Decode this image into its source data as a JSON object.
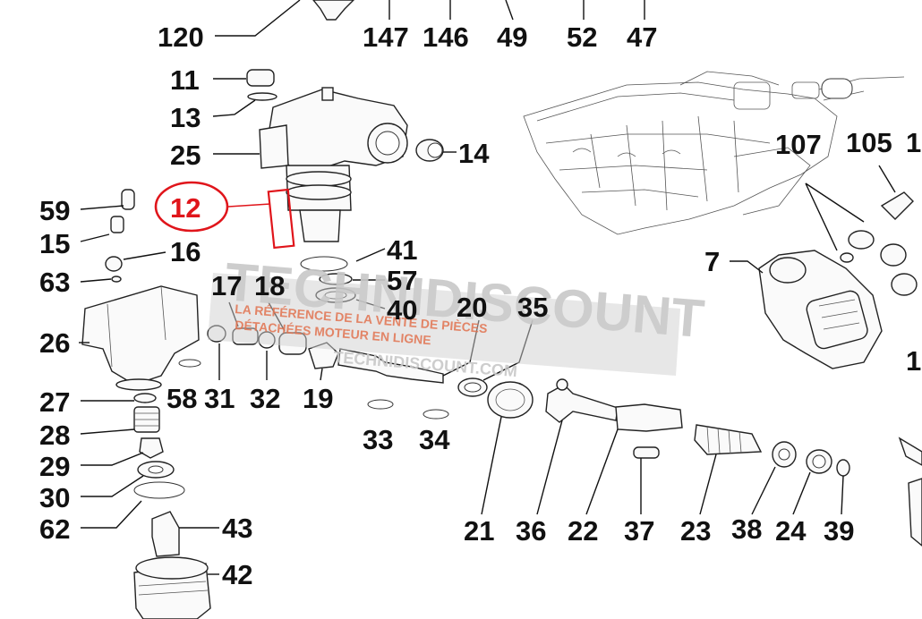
{
  "callouts": {
    "n120": "120",
    "n147": "147",
    "n146": "146",
    "n49": "49",
    "n52": "52",
    "n47": "47",
    "n11": "11",
    "n13": "13",
    "n25": "25",
    "n14": "14",
    "n12": "12",
    "n59": "59",
    "n15": "15",
    "n16": "16",
    "n63": "63",
    "n41": "41",
    "n57": "57",
    "n40": "40",
    "n17": "17",
    "n18": "18",
    "n20": "20",
    "n35": "35",
    "n26": "26",
    "n58": "58",
    "n31": "31",
    "n32": "32",
    "n19": "19",
    "n33": "33",
    "n34": "34",
    "n27": "27",
    "n28": "28",
    "n29": "29",
    "n30": "30",
    "n62": "62",
    "n43": "43",
    "n42": "42",
    "n107": "107",
    "n105": "105",
    "n1a": "1",
    "n7": "7",
    "n1b": "1",
    "n21": "21",
    "n36": "36",
    "n22": "22",
    "n37": "37",
    "n23": "23",
    "n38": "38",
    "n24": "24",
    "n39": "39"
  },
  "highlight": {
    "part": "12",
    "color": "#e0151b"
  },
  "watermark": {
    "brand": "TECHNIDISCOUNT",
    "line1": "LA RÉFÉRENCE DE LA VENTE DE PIÈCES",
    "line2": "DÉTACHÉES MOTEUR EN LIGNE",
    "url": "TECHNIDISCOUNT.COM"
  }
}
